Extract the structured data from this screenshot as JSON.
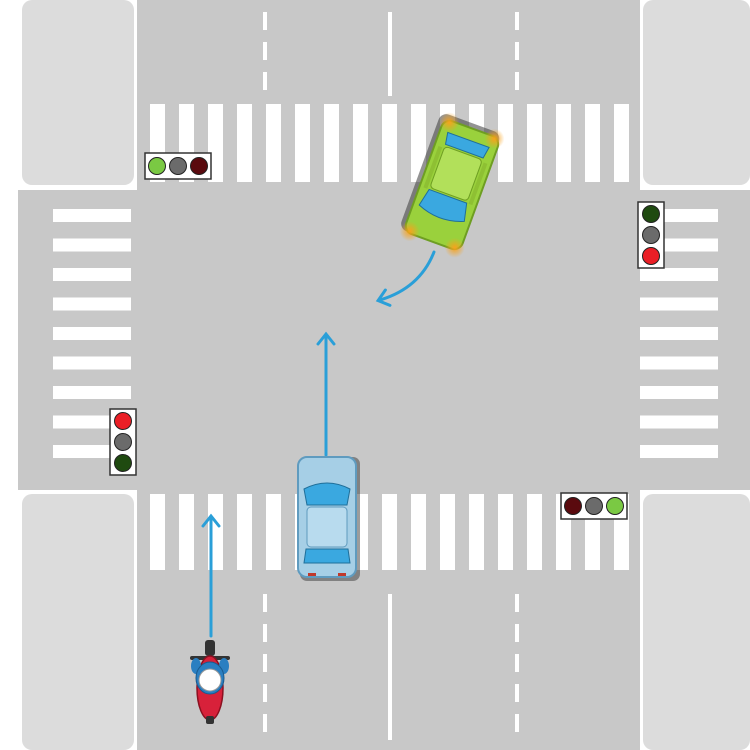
{
  "colors": {
    "background": "#ffffff",
    "asphalt": "#c8c8c8",
    "sidewalk": "#dcdcdc",
    "curb": "#ffffff",
    "marking": "#ffffff",
    "arrow": "#2a9fd8",
    "green_car_body": "#9ad13c",
    "green_car_dark": "#6e9e22",
    "blue_car_body": "#a6cfe6",
    "blue_car_dark": "#5f9bbf",
    "windshield": "#3aa8e0",
    "moto_body": "#d8213a",
    "rider_helmet": "#ffffff",
    "signal_housing": "#ffffff",
    "signal_red_on": "#ea1f26",
    "signal_red_off": "#5a0a0e",
    "signal_green_on": "#7ac943",
    "signal_green_off": "#1f4a10",
    "signal_amber_off": "#6b6b6b",
    "hazard_light": "#f7a21c"
  },
  "traffic_lights": [
    {
      "id": "north-west",
      "orientation": "horizontal",
      "lamps": [
        "green-on",
        "amber-off",
        "red-off"
      ]
    },
    {
      "id": "east",
      "orientation": "vertical",
      "lamps": [
        "green-off",
        "amber-off",
        "red-on"
      ]
    },
    {
      "id": "west",
      "orientation": "vertical",
      "lamps": [
        "red-on",
        "amber-off",
        "green-off"
      ]
    },
    {
      "id": "south-east",
      "orientation": "horizontal",
      "lamps": [
        "red-off",
        "amber-off",
        "green-on"
      ]
    }
  ],
  "vehicles": [
    {
      "id": "green-car",
      "icon": "car-icon",
      "direction": "turning-left",
      "hazard_lights": true
    },
    {
      "id": "blue-car",
      "icon": "car-icon",
      "direction": "straight"
    },
    {
      "id": "motorcycle",
      "icon": "motorcycle-icon",
      "direction": "straight"
    }
  ],
  "arrows": [
    {
      "id": "green-car-left-turn-arrow",
      "type": "curved"
    },
    {
      "id": "blue-car-straight-arrow",
      "type": "straight"
    },
    {
      "id": "motorcycle-straight-arrow",
      "type": "straight"
    }
  ]
}
